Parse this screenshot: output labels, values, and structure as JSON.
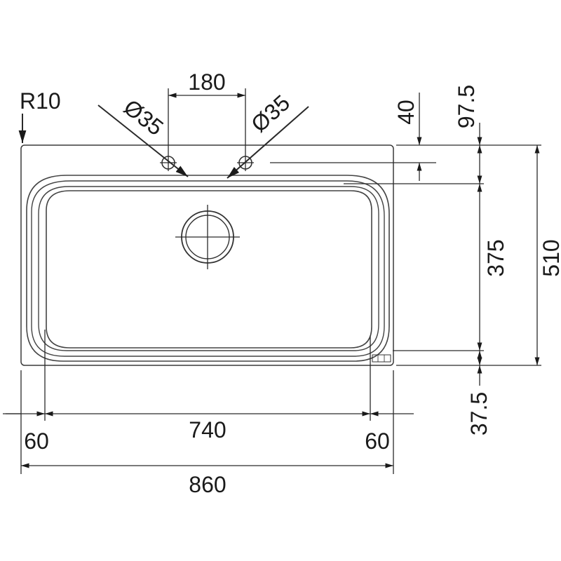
{
  "drawing": {
    "corner_radius_label": "R10",
    "tap_hole_spacing": "180",
    "tap_hole_left_diameter": "Ø35",
    "tap_hole_right_diameter": "Ø35",
    "top_offset_small": "40",
    "top_offset_large": "97.5",
    "bowl_depth": "375",
    "overall_depth": "510",
    "bottom_margin": "37.5",
    "left_margin": "60",
    "bowl_width": "740",
    "right_margin": "60",
    "overall_width": "860"
  }
}
